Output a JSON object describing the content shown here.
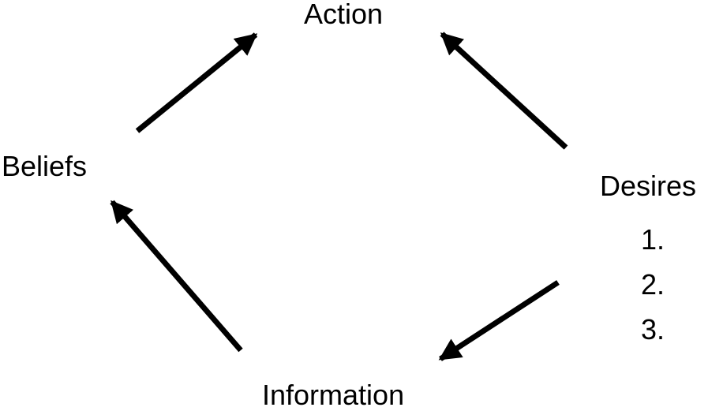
{
  "nodes": {
    "action": "Action",
    "beliefs": "Beliefs",
    "desires": "Desires",
    "information": "Information"
  },
  "desires_list": [
    "1.",
    "2.",
    "3."
  ],
  "edges": [
    {
      "from": "beliefs",
      "to": "action"
    },
    {
      "from": "desires",
      "to": "action"
    },
    {
      "from": "information",
      "to": "beliefs"
    },
    {
      "from": "desires",
      "to": "information"
    }
  ],
  "colors": {
    "stroke": "#000000",
    "text": "#000000",
    "background": "#ffffff"
  }
}
